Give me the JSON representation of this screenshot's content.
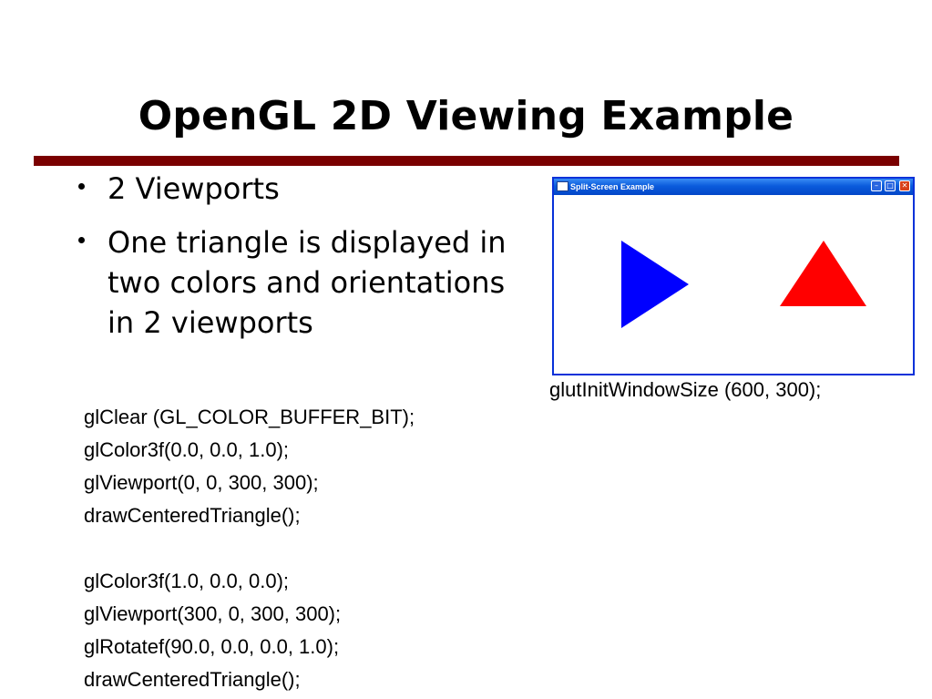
{
  "slide": {
    "title": "OpenGL 2D Viewing Example",
    "accent_color": "#7a0000"
  },
  "bullets": [
    {
      "text": "2 Viewports"
    },
    {
      "text": "One triangle is displayed in two colors and orientations in 2 viewports"
    }
  ],
  "code_lines": [
    "glClear (GL_COLOR_BUFFER_BIT);",
    "glColor3f(0.0, 0.0, 1.0);",
    "glViewport(0, 0, 300, 300);",
    "drawCenteredTriangle();",
    "",
    "glColor3f(1.0, 0.0, 0.0);",
    "glViewport(300, 0, 300, 300);",
    "glRotatef(90.0, 0.0, 0.0, 1.0);",
    "drawCenteredTriangle();"
  ],
  "window": {
    "title": "Split-Screen Example",
    "minimize_icon": "minimize-icon",
    "maximize_icon": "maximize-icon",
    "close_icon": "close-icon",
    "left_triangle_color": "#0000ff",
    "right_triangle_color": "#ff0000"
  },
  "caption": "glutInitWindowSize (600, 300);"
}
